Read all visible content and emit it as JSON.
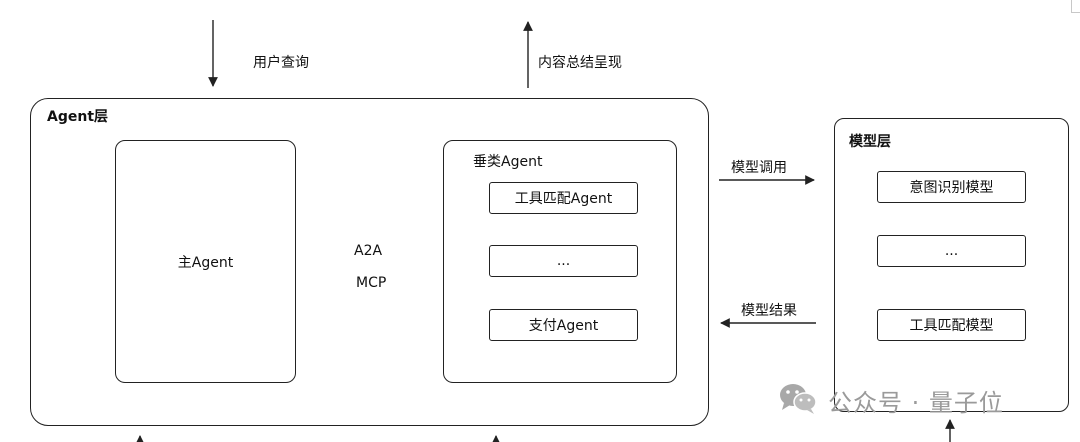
{
  "inputs": {
    "user_query": "用户查询",
    "content_summary": "内容总结呈现"
  },
  "agent_layer": {
    "title": "Agent层",
    "main_agent": "主Agent",
    "protocol_top": "A2A",
    "protocol_bottom": "MCP",
    "vertical_group": {
      "title": "垂类Agent",
      "items": [
        "工具匹配Agent",
        "...",
        "支付Agent"
      ]
    }
  },
  "edges": {
    "model_call": "模型调用",
    "model_result": "模型结果"
  },
  "model_layer": {
    "title": "模型层",
    "items": [
      "意图识别模型",
      "...",
      "工具匹配模型"
    ]
  },
  "watermark": {
    "text": "公众号 · 量子位",
    "icon": "wechat-icon"
  },
  "colors": {
    "stroke": "#222222",
    "text": "#111111",
    "watermark": "#9a9a9a"
  }
}
